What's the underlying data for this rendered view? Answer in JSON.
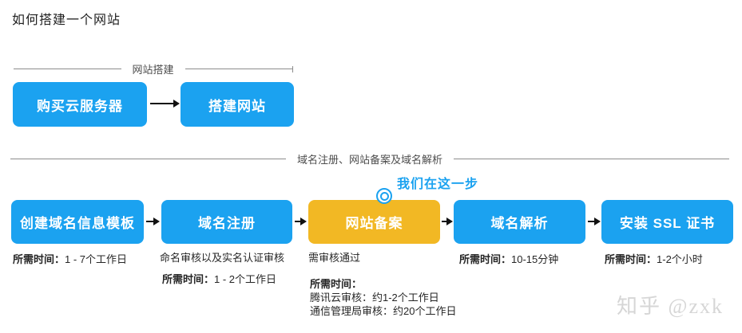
{
  "page": {
    "title": "如何搭建一个网站"
  },
  "colors": {
    "step_blue": "#1ba2f0",
    "step_orange": "#f2b824",
    "callout_blue": "#1ba2f0",
    "divider_gray": "#8c8c8c",
    "watermark_gray": "#d6d6d6"
  },
  "section1": {
    "divider_label": "网站搭建",
    "steps": [
      {
        "label": "购买云服务器"
      },
      {
        "label": "搭建网站"
      }
    ]
  },
  "section2": {
    "divider_label": "域名注册、网站备案及域名解析",
    "callout": {
      "label": "我们在这一步",
      "icon": "target-circle-icon"
    },
    "steps": [
      {
        "label": "创建域名信息模板",
        "color": "blue",
        "time_label": "所需时间：",
        "time_value": "1 - 7个工作日"
      },
      {
        "label": "域名注册",
        "color": "blue",
        "note": "命名审核以及实名认证审核",
        "time_label": "所需时间：",
        "time_value": "1 - 2个工作日"
      },
      {
        "label": "网站备案",
        "color": "orange",
        "note": "需审核通过",
        "time_label": "所需时间：",
        "detail1": "腾讯云审核：约1-2个工作日",
        "detail2": "通信管理局审核：约20个工作日"
      },
      {
        "label": "域名解析",
        "color": "blue",
        "time_label": "所需时间：",
        "time_value": "10-15分钟"
      },
      {
        "label": "安装 SSL 证书",
        "color": "blue",
        "time_label": "所需时间：",
        "time_value": "1-2个小时"
      }
    ]
  },
  "watermark": "知乎 @zxk"
}
